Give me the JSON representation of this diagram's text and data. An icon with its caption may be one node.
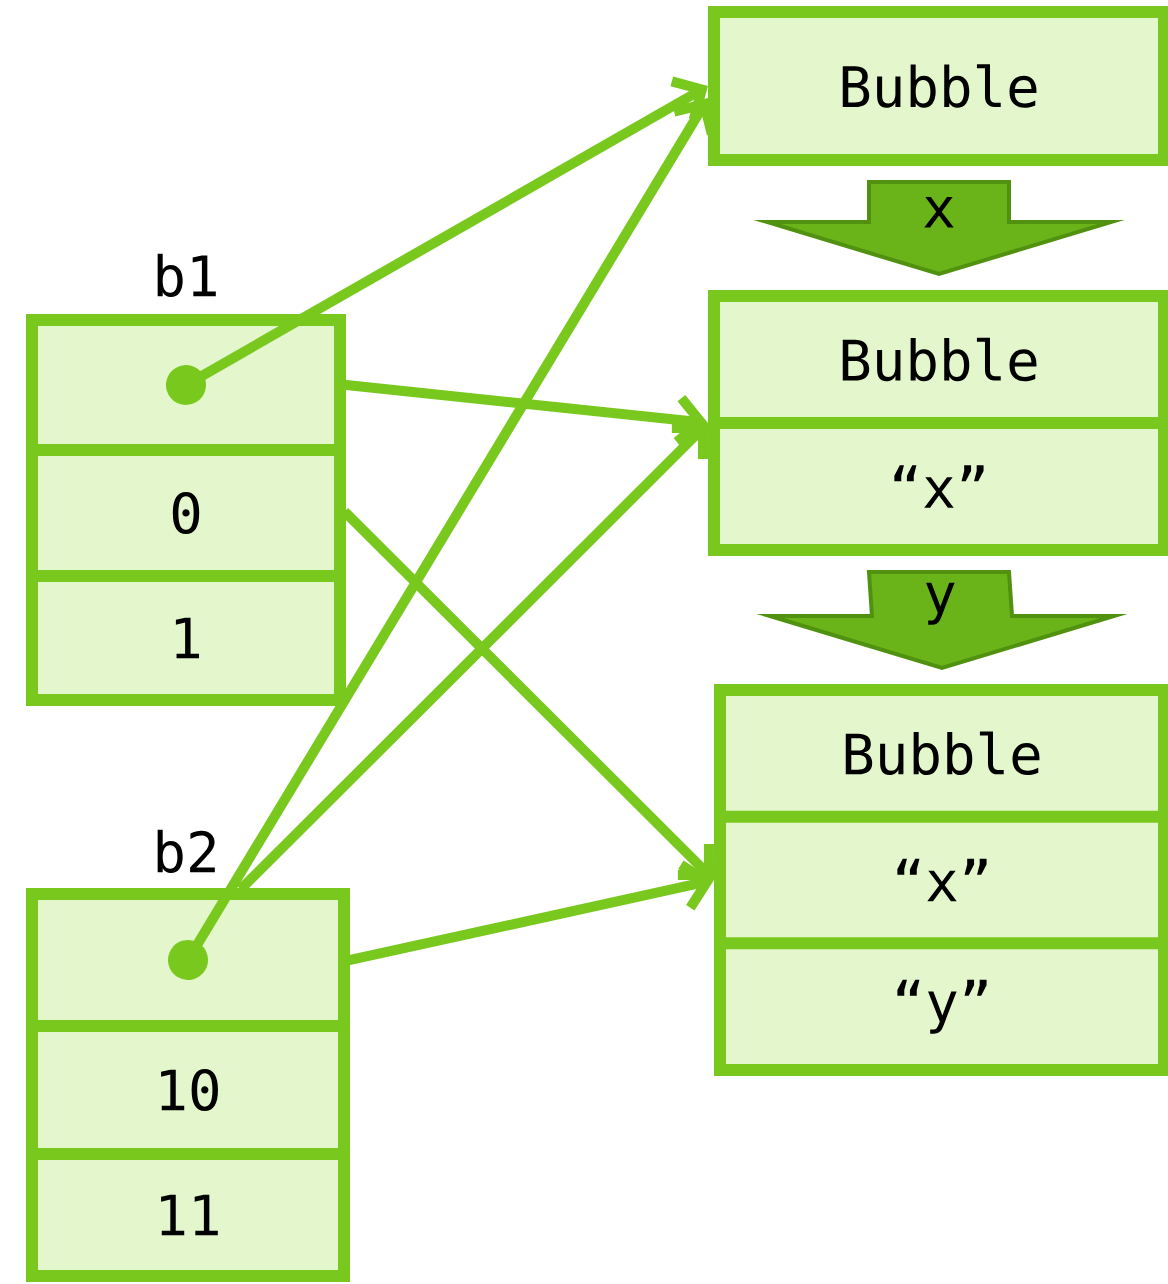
{
  "diagram": {
    "nodes": [
      {
        "text": [],
        "shape": "box"
      },
      {
        "text": [
          "0"
        ]
      },
      {
        "text": [
          "1"
        ]
      },
      {
        "text": [],
        "shape": "box"
      },
      {
        "text": [
          "10"
        ]
      },
      {
        "text": [
          "11"
        ]
      },
      {
        "text": [
          "Bubble"
        ]
      },
      {
        "text": [
          "Bubble",
          "“x”"
        ]
      },
      {
        "text": [
          "Bubble",
          "“x”",
          "“y”"
        ]
      }
    ],
    "edges": [
      {
        "from": 0,
        "to": 6,
        "arrow": "to"
      },
      {
        "from": 0,
        "to": 7,
        "arrow": "to"
      },
      {
        "from": 1,
        "to": 8,
        "arrow": "to"
      },
      {
        "from": 3,
        "to": 6,
        "arrow": "to"
      },
      {
        "from": 3,
        "to": 7,
        "arrow": "to"
      },
      {
        "from": 3,
        "to": 8,
        "arrow": "to"
      },
      {
        "from": 6,
        "to": 7,
        "arrow": "to",
        "label": "x",
        "style": "thick",
        "color": "#6ab41a"
      },
      {
        "from": 7,
        "to": 8,
        "arrow": "to",
        "label": "y",
        "style": "thick",
        "color": "#6ab41a"
      }
    ],
    "labels": [
      "b1",
      "b2"
    ]
  }
}
